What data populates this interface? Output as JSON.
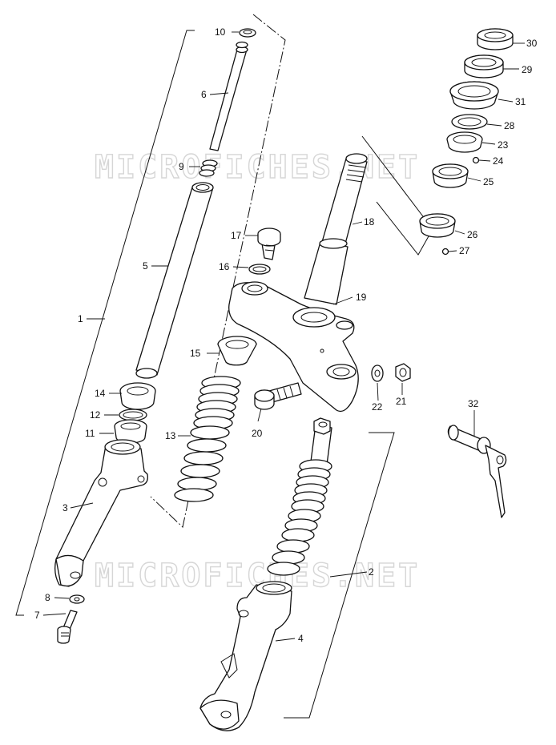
{
  "watermark": "MICROFICHES.NET",
  "callouts": [
    {
      "id": "c1",
      "text": "1"
    },
    {
      "id": "c2",
      "text": "2"
    },
    {
      "id": "c3",
      "text": "3"
    },
    {
      "id": "c4",
      "text": "4"
    },
    {
      "id": "c5",
      "text": "5"
    },
    {
      "id": "c6",
      "text": "6"
    },
    {
      "id": "c7",
      "text": "7"
    },
    {
      "id": "c8",
      "text": "8"
    },
    {
      "id": "c9",
      "text": "9"
    },
    {
      "id": "c10",
      "text": "10"
    },
    {
      "id": "c11",
      "text": "11"
    },
    {
      "id": "c12",
      "text": "12"
    },
    {
      "id": "c13",
      "text": "13"
    },
    {
      "id": "c14",
      "text": "14"
    },
    {
      "id": "c15",
      "text": "15"
    },
    {
      "id": "c16",
      "text": "16"
    },
    {
      "id": "c17",
      "text": "17"
    },
    {
      "id": "c18",
      "text": "18"
    },
    {
      "id": "c19",
      "text": "19"
    },
    {
      "id": "c20",
      "text": "20"
    },
    {
      "id": "c21",
      "text": "21"
    },
    {
      "id": "c22",
      "text": "22"
    },
    {
      "id": "c23",
      "text": "23"
    },
    {
      "id": "c24",
      "text": "24"
    },
    {
      "id": "c25",
      "text": "25"
    },
    {
      "id": "c26",
      "text": "26"
    },
    {
      "id": "c27",
      "text": "27"
    },
    {
      "id": "c28",
      "text": "28"
    },
    {
      "id": "c29",
      "text": "29"
    },
    {
      "id": "c30",
      "text": "30"
    },
    {
      "id": "c31",
      "text": "31"
    },
    {
      "id": "c32",
      "text": "32"
    }
  ]
}
